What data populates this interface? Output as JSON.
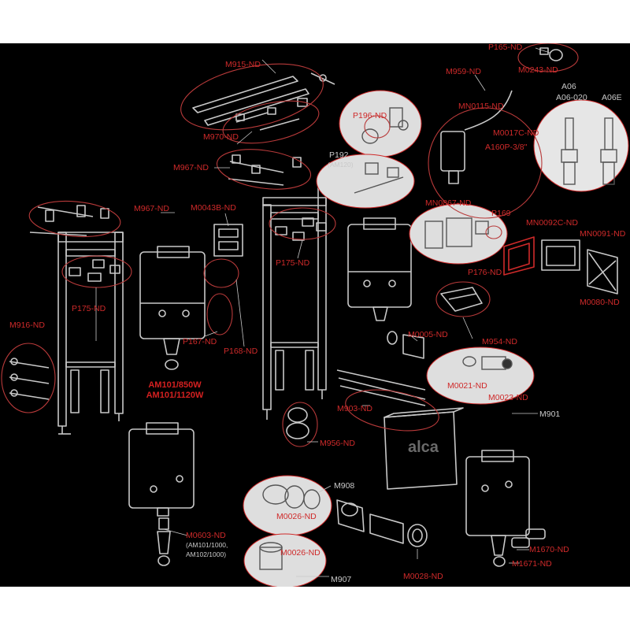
{
  "colors": {
    "background": "#000000",
    "outline": "#c8c8c8",
    "label_red": "#cf2a2a",
    "label_gray": "#c9c9c9",
    "bubble": "#dedede",
    "title_red": "#d42020"
  },
  "model_label": {
    "line1": "AM101/850W",
    "line2": "AM101/1120W"
  },
  "brand_logo": "alca",
  "labels": {
    "p165": "P165-ND",
    "m0243": "M0243-ND",
    "m915": "M915-ND",
    "m959": "M959-ND",
    "a06": "A06",
    "a06_020": "A06-020",
    "a06e": "A06E",
    "mn0115": "MN0115-ND",
    "p196": "P196-ND",
    "m0017c": "M0017C-ND",
    "a160p": "A160P-3/8\"",
    "m970": "M970-ND",
    "p192": "P192",
    "p192_sub": "(AM120)",
    "m967_top": "M967-ND",
    "m967_left": "M967-ND",
    "m0043b": "M0043B-ND",
    "mn0867": "MN0867-ND",
    "p169": "P169",
    "mn0092c": "MN0092C-ND",
    "mn0091": "MN0091-ND",
    "p175_center": "P175-ND",
    "p175_left": "P175-ND",
    "p176": "P176-ND",
    "m0080": "M0080-ND",
    "m954": "M954-ND",
    "m916": "M916-ND",
    "p167": "P167-ND",
    "p168": "P168-ND",
    "m0005": "M0005-ND",
    "m0021": "M0021-ND",
    "m0023": "M0023-ND",
    "m901": "M901",
    "m903": "M903-ND",
    "m956": "M956-ND",
    "m908": "M908",
    "m0026_a": "M0026-ND",
    "m0026_b": "M0026-ND",
    "m0603": "M0603-ND",
    "m0603_sub1": "(AM101/1000,",
    "m0603_sub2": "AM102/1000)",
    "m0028": "M0028-ND",
    "m1670": "M1670-ND",
    "m1671": "M1671-ND",
    "m907": "M907"
  }
}
